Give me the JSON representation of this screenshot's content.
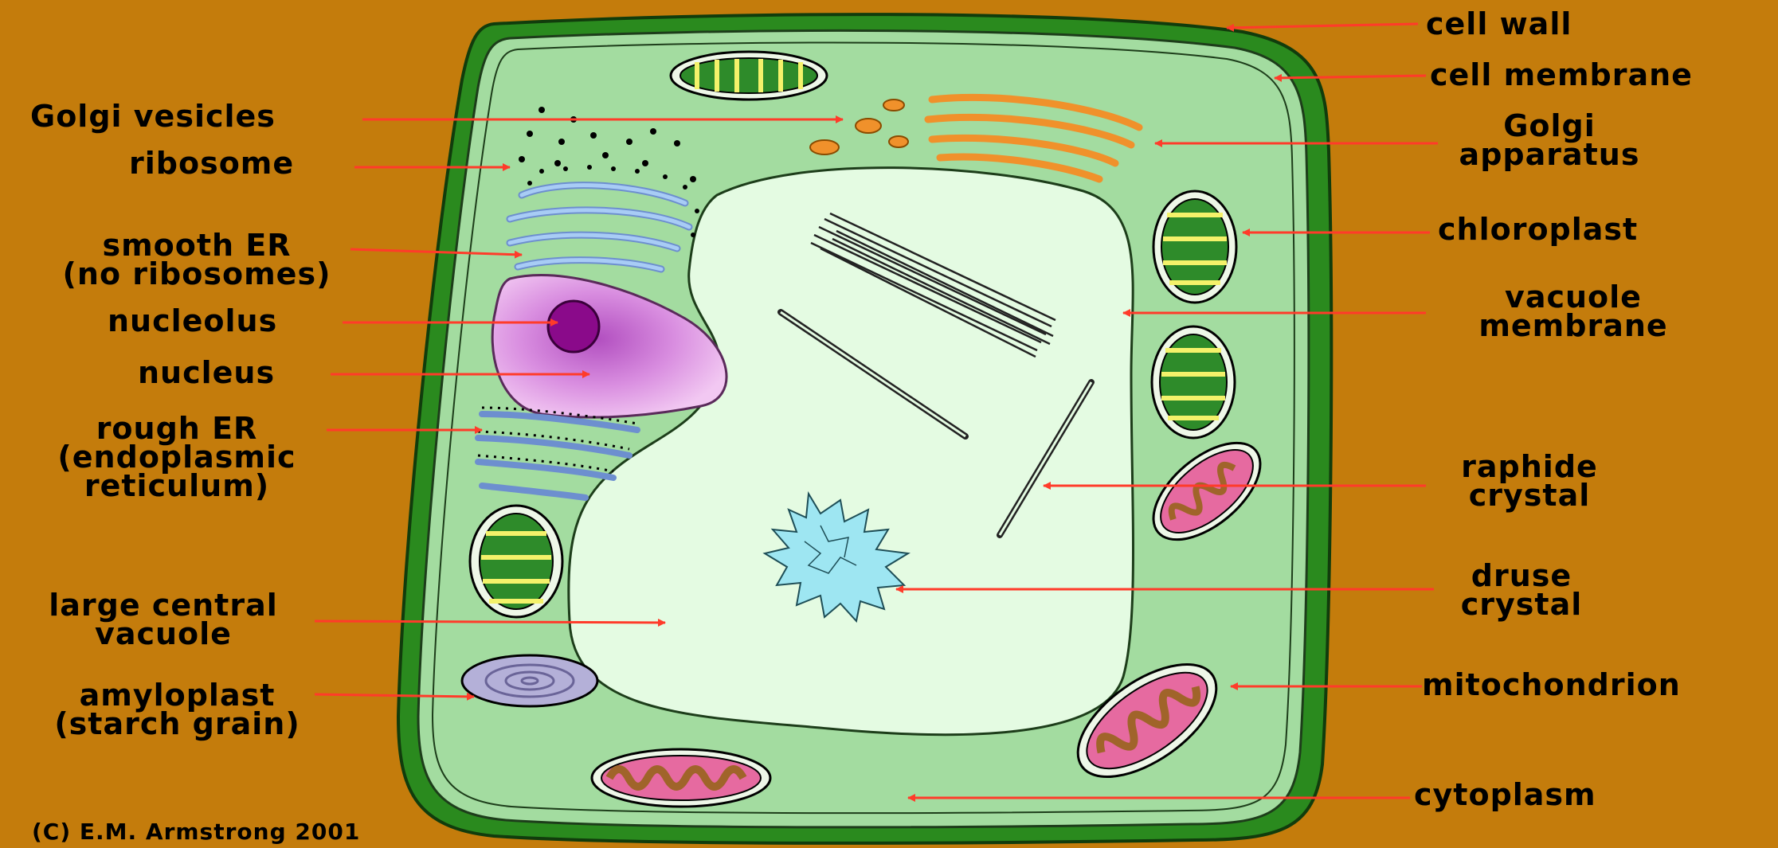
{
  "labels": {
    "cell_wall": "cell wall",
    "cell_membrane": "cell membrane",
    "golgi_vesicles": "Golgi vesicles",
    "golgi_apparatus_1": "Golgi",
    "golgi_apparatus_2": "apparatus",
    "ribosome": "ribosome",
    "smooth_er_1": "smooth ER",
    "smooth_er_2": "(no ribosomes)",
    "chloroplast": "chloroplast",
    "vacuole_membrane_1": "vacuole",
    "vacuole_membrane_2": "membrane",
    "nucleolus": "nucleolus",
    "nucleus": "nucleus",
    "rough_er_1": "rough ER",
    "rough_er_2": "(endoplasmic",
    "rough_er_3": "reticulum)",
    "raphide_1": "raphide",
    "raphide_2": "crystal",
    "druse_1": "druse",
    "druse_2": "crystal",
    "vacuole_1": "large central",
    "vacuole_2": "vacuole",
    "amyloplast_1": "amyloplast",
    "amyloplast_2": "(starch grain)",
    "mitochondrion": "mitochondrion",
    "cytoplasm": "cytoplasm"
  },
  "copyright": "(C) E.M. Armstrong 2001",
  "colors": {
    "background": "#c47c0c",
    "cell_wall": "#2a8a1e",
    "cytoplasm": "#a3dca0",
    "vacuole": "#e4fbe2",
    "arrow": "#ff3b2a",
    "golgi": "#f0912b",
    "er": "#8fb8ee",
    "nucleus": "#dc8fe0",
    "nucleolus": "#8a0a8a",
    "chloroplast": "#2e8b2a",
    "mitochondrion": "#e66aa0",
    "druse": "#9ee6f2"
  }
}
